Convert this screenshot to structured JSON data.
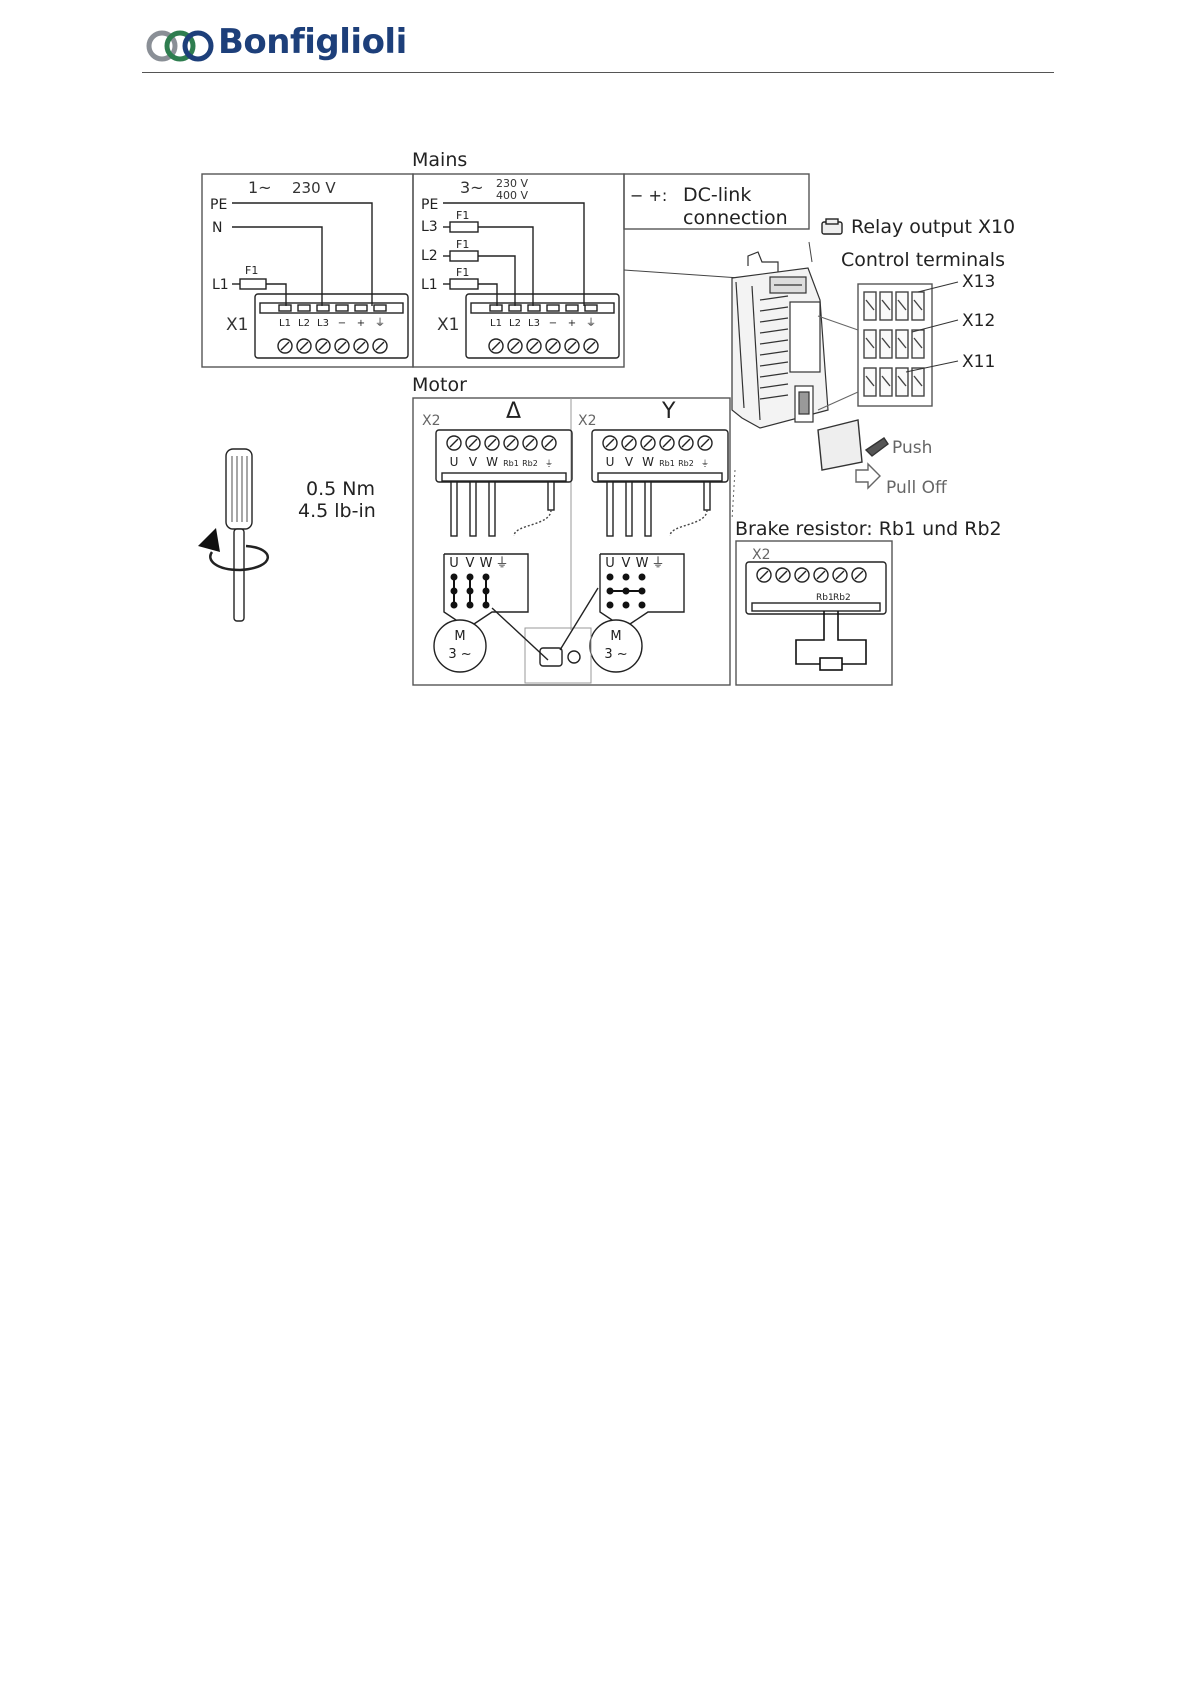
{
  "header": {
    "brand": "Bonfiglioli"
  },
  "diagram": {
    "mains_title": "Mains",
    "single_phase": {
      "phase_label": "1~",
      "voltage": "230 V",
      "pe": "PE",
      "n": "N",
      "l1": "L1",
      "fuse": "F1",
      "terminal_block": "X1",
      "terminals": [
        "L1",
        "L2",
        "L3",
        "−",
        "+",
        "⏚"
      ]
    },
    "three_phase": {
      "phase_label": "3~",
      "voltage_1": "230 V",
      "voltage_2": "400 V",
      "pe": "PE",
      "l3": "L3",
      "l2": "L2",
      "l1": "L1",
      "fuse": "F1",
      "terminal_block": "X1",
      "terminals": [
        "L1",
        "L2",
        "L3",
        "−",
        "+",
        "⏚"
      ]
    },
    "dc_link": {
      "symbols": "− +:",
      "line1": "DC-link",
      "line2": "connection"
    },
    "relay_output": "Relay output X10",
    "control_terminals": "Control terminals",
    "x13": "X13",
    "x12": "X12",
    "x11": "X11",
    "push": "Push",
    "pull_off": "Pull Off",
    "motor_title": "Motor",
    "motor_delta": {
      "block": "X2",
      "symbol": "Δ",
      "terminals": [
        "U",
        "V",
        "W",
        "Rb1",
        "Rb2",
        "⏚"
      ],
      "motor_labels": [
        "U",
        "V",
        "W",
        "⏚"
      ],
      "motor_m": "M",
      "motor_phase": "3 ~"
    },
    "motor_star": {
      "block": "X2",
      "symbol": "Y",
      "terminals": [
        "U",
        "V",
        "W",
        "Rb1",
        "Rb2",
        "⏚"
      ],
      "motor_labels": [
        "U",
        "V",
        "W",
        "⏚"
      ],
      "motor_m": "M",
      "motor_phase": "3 ~"
    },
    "torque_1": "0.5 Nm",
    "torque_2": "4.5 lb-in",
    "brake_title": "Brake resistor: Rb1 und Rb2",
    "brake": {
      "block": "X2",
      "rb1": "Rb1",
      "rb2": "Rb2"
    }
  }
}
